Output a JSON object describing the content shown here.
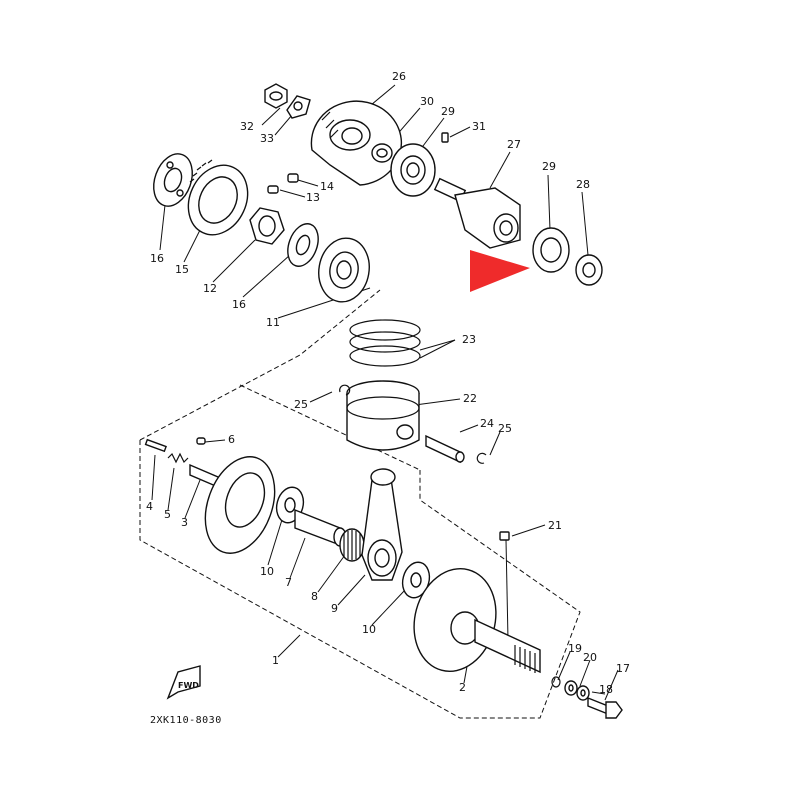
{
  "diagram": {
    "code": "2XK110-8030",
    "fwd_label": "FWD",
    "pointer_color": "#ef2b2b",
    "callouts": [
      "26",
      "32",
      "33",
      "30",
      "29",
      "31",
      "27",
      "29b",
      "28",
      "16",
      "15",
      "14",
      "13",
      "12",
      "16b",
      "11",
      "23",
      "25",
      "22",
      "24",
      "25b",
      "6",
      "4",
      "5",
      "3",
      "10",
      "7",
      "8",
      "9",
      "21",
      "10b",
      "1",
      "19",
      "20",
      "18",
      "17",
      "2"
    ],
    "labels": {
      "26": "26",
      "32": "32",
      "33": "33",
      "30": "30",
      "29": "29",
      "31": "31",
      "27": "27",
      "29b": "29",
      "28": "28",
      "16": "16",
      "15": "15",
      "14": "14",
      "13": "13",
      "12": "12",
      "16b": "16",
      "11": "11",
      "23": "23",
      "25": "25",
      "22": "22",
      "24": "24",
      "25b": "25",
      "6": "6",
      "4": "4",
      "5": "5",
      "3": "3",
      "10": "10",
      "7": "7",
      "8": "8",
      "9": "9",
      "21": "21",
      "10b": "10",
      "1": "1",
      "19": "19",
      "20": "20",
      "18": "18",
      "17": "17",
      "2": "2"
    }
  }
}
